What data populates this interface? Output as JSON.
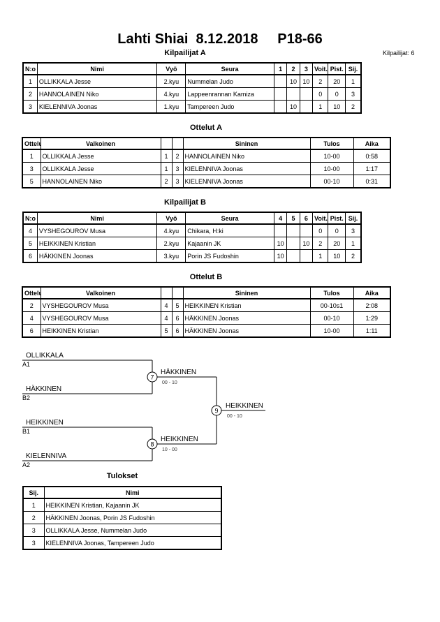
{
  "title": "Lahti Shiai  8.12.2018     P18-66",
  "competitor_count": "Kilpailijat: 6",
  "pool_a": {
    "heading": "Kilpailijat A",
    "headers": [
      "N:o",
      "Nimi",
      "Vyö",
      "Seura",
      "1",
      "2",
      "3",
      "Voit.",
      "Pist.",
      "Sij."
    ],
    "rows": [
      [
        "1",
        "OLLIKKALA Jesse",
        "2.kyu",
        "Nummelan Judo",
        "",
        "10",
        "10",
        "2",
        "20",
        "1"
      ],
      [
        "2",
        "HANNOLAINEN Niko",
        "4.kyu",
        "Lappeenrannan Kamiza",
        "",
        "",
        "",
        "0",
        "0",
        "3"
      ],
      [
        "3",
        "KIELENNIVA Joonas",
        "1.kyu",
        "Tampereen Judo",
        "",
        "10",
        "",
        "1",
        "10",
        "2"
      ]
    ]
  },
  "matches_a": {
    "heading": "Ottelut A",
    "headers": [
      "Ottelu",
      "Valkoinen",
      "",
      "",
      "Sininen",
      "Tulos",
      "Aika"
    ],
    "rows": [
      [
        "1",
        "OLLIKKALA Jesse",
        "1",
        "2",
        "HANNOLAINEN Niko",
        "10-00",
        "0:58"
      ],
      [
        "3",
        "OLLIKKALA Jesse",
        "1",
        "3",
        "KIELENNIVA Joonas",
        "10-00",
        "1:17"
      ],
      [
        "5",
        "HANNOLAINEN Niko",
        "2",
        "3",
        "KIELENNIVA Joonas",
        "00-10",
        "0:31"
      ]
    ]
  },
  "pool_b": {
    "heading": "Kilpailijat B",
    "headers": [
      "N:o",
      "Nimi",
      "Vyö",
      "Seura",
      "4",
      "5",
      "6",
      "Voit.",
      "Pist.",
      "Sij."
    ],
    "rows": [
      [
        "4",
        "VYSHEGOUROV Musa",
        "4.kyu",
        "Chikara, H:ki",
        "",
        "",
        "",
        "0",
        "0",
        "3"
      ],
      [
        "5",
        "HEIKKINEN Kristian",
        "2.kyu",
        "Kajaanin JK",
        "10",
        "",
        "10",
        "2",
        "20",
        "1"
      ],
      [
        "6",
        "HÄKKINEN Joonas",
        "3.kyu",
        "Porin JS Fudoshin",
        "10",
        "",
        "",
        "1",
        "10",
        "2"
      ]
    ]
  },
  "matches_b": {
    "heading": "Ottelut B",
    "headers": [
      "Ottelu",
      "Valkoinen",
      "",
      "",
      "Sininen",
      "Tulos",
      "Aika"
    ],
    "rows": [
      [
        "2",
        "VYSHEGOUROV Musa",
        "4",
        "5",
        "HEIKKINEN Kristian",
        "00-10s1",
        "2:08"
      ],
      [
        "4",
        "VYSHEGOUROV Musa",
        "4",
        "6",
        "HÄKKINEN Joonas",
        "00-10",
        "1:29"
      ],
      [
        "6",
        "HEIKKINEN Kristian",
        "5",
        "6",
        "HÄKKINEN Joonas",
        "10-00",
        "1:11"
      ]
    ]
  },
  "bracket": {
    "entrants": [
      {
        "name": "OLLIKKALA",
        "seed": "A1"
      },
      {
        "name": "HÄKKINEN",
        "seed": "B2"
      },
      {
        "name": "HEIKKINEN",
        "seed": "B1"
      },
      {
        "name": "KIELENNIVA",
        "seed": "A2"
      }
    ],
    "semis": [
      {
        "match": "7",
        "winner": "HÄKKINEN",
        "score": "00 - 10"
      },
      {
        "match": "8",
        "winner": "HEIKKINEN",
        "score": "10 - 00"
      }
    ],
    "final": {
      "match": "9",
      "winner": "HEIKKINEN",
      "score": "00 - 10"
    }
  },
  "results": {
    "heading": "Tulokset",
    "headers": [
      "Sij.",
      "Nimi"
    ],
    "rows": [
      [
        "1",
        "HEIKKINEN Kristian, Kajaanin JK"
      ],
      [
        "2",
        "HÄKKINEN Joonas, Porin JS Fudoshin"
      ],
      [
        "3",
        "OLLIKKALA Jesse, Nummelan Judo"
      ],
      [
        "3",
        "KIELENNIVA Joonas, Tampereen Judo"
      ]
    ]
  }
}
